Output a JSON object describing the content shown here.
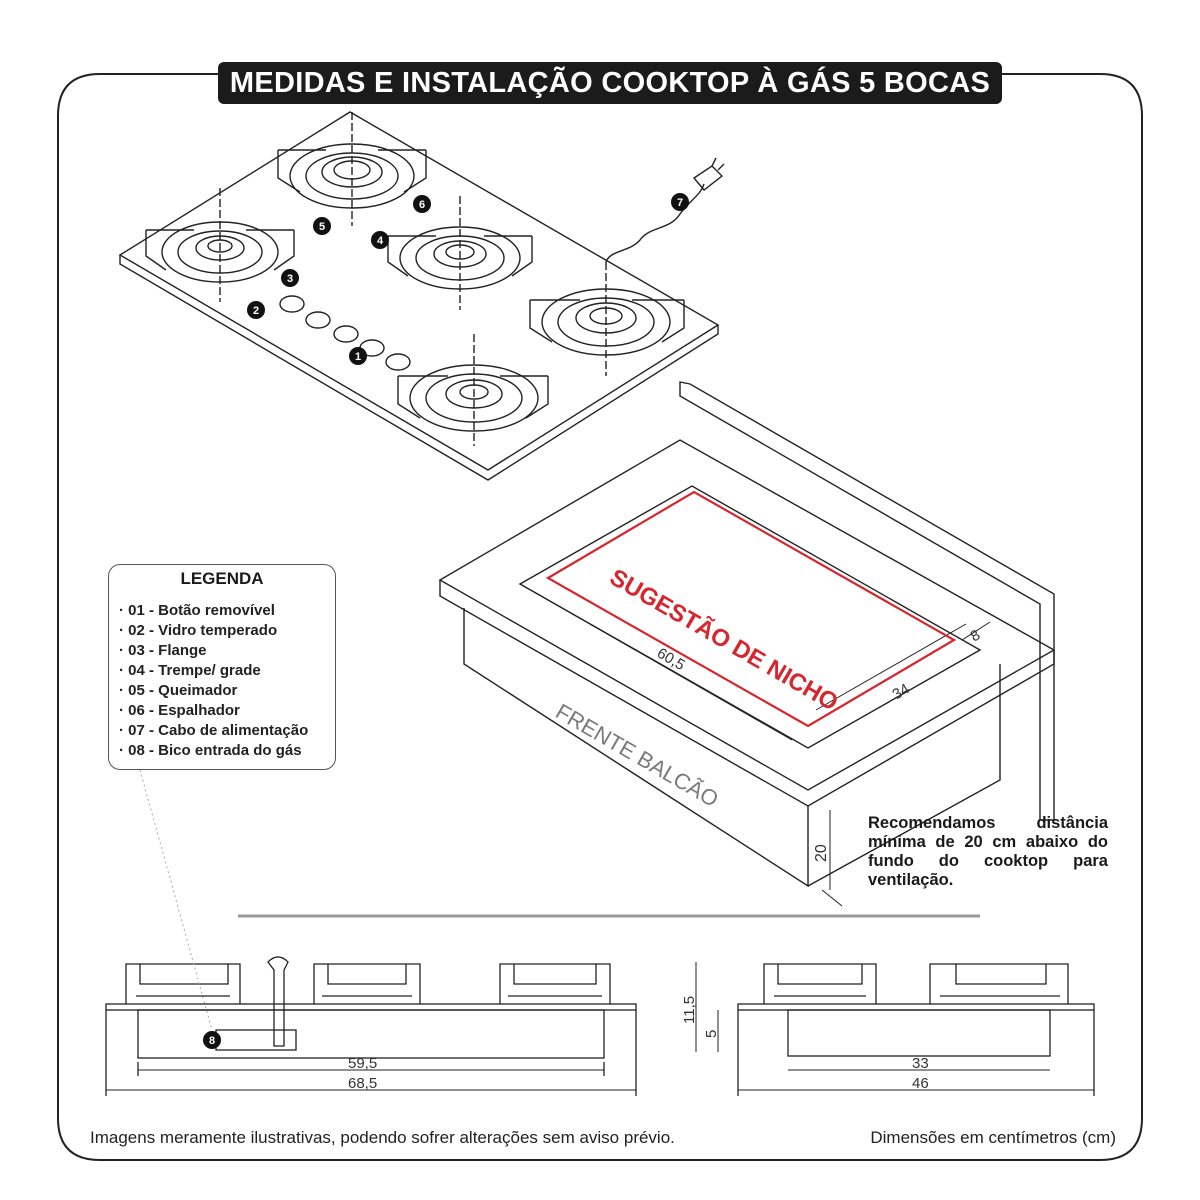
{
  "title": "MEDIDAS E INSTALAÇÃO COOKTOP À GÁS 5 BOCAS",
  "legend": {
    "title": "LEGENDA",
    "items": [
      "01 - Botão removível",
      "02 - Vidro temperado",
      "03 - Flange",
      "04 - Trempe/ grade",
      "05 - Queimador",
      "06 - Espalhador",
      "07 - Cabo de alimentação",
      "08 - Bico entrada do gás"
    ]
  },
  "callouts": [
    "1",
    "2",
    "3",
    "4",
    "5",
    "6",
    "7",
    "8"
  ],
  "niche": {
    "label": "SUGESTÃO DE NICHO",
    "front_label": "FRENTE BALCÃO",
    "width": "60,5",
    "depth": "34",
    "margin": "8",
    "clearance": "20",
    "niche_color": "#d6262e"
  },
  "recommendation": "Recomendamos distância mínima de 20 cm abaixo do fundo do cooktop para ventilação.",
  "front_view": {
    "inner_width": "59,5",
    "outer_width": "68,5"
  },
  "side_view": {
    "height_total": "11,5",
    "height_body": "5",
    "inner_depth": "33",
    "outer_depth": "46"
  },
  "footer": {
    "disclaimer": "Imagens meramente ilustrativas, podendo sofrer alterações sem aviso prévio.",
    "units": "Dimensões em centímetros (cm)"
  }
}
